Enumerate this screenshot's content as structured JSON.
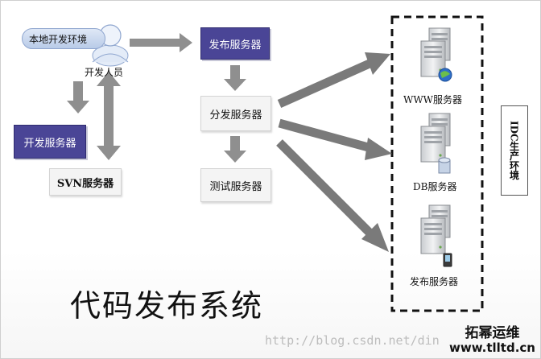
{
  "local_env": "本地开发环境",
  "developer": "开发人员",
  "dev_server": "开发服务器",
  "svn_server": "SVN服务器",
  "publish_server": "发布服务器",
  "distribute_server": "分发服务器",
  "test_server": "测试服务器",
  "idc_servers": [
    {
      "label": "WWW服务器",
      "icon": "globe-icon"
    },
    {
      "label": "DB服务器",
      "icon": "database-icon"
    },
    {
      "label": "发布服务器",
      "icon": "handheld-icon"
    }
  ],
  "idc_label": "IDC生产环境",
  "title": "代码发布系统",
  "watermark": "http://blog.csdn.net/din",
  "brand": {
    "name": "拓幂运维",
    "url": "www.tlltd.cn"
  },
  "colors": {
    "purple_box": "#4a4596",
    "arrow": "#8f8f8f",
    "light_box": "#f4f4f4"
  }
}
